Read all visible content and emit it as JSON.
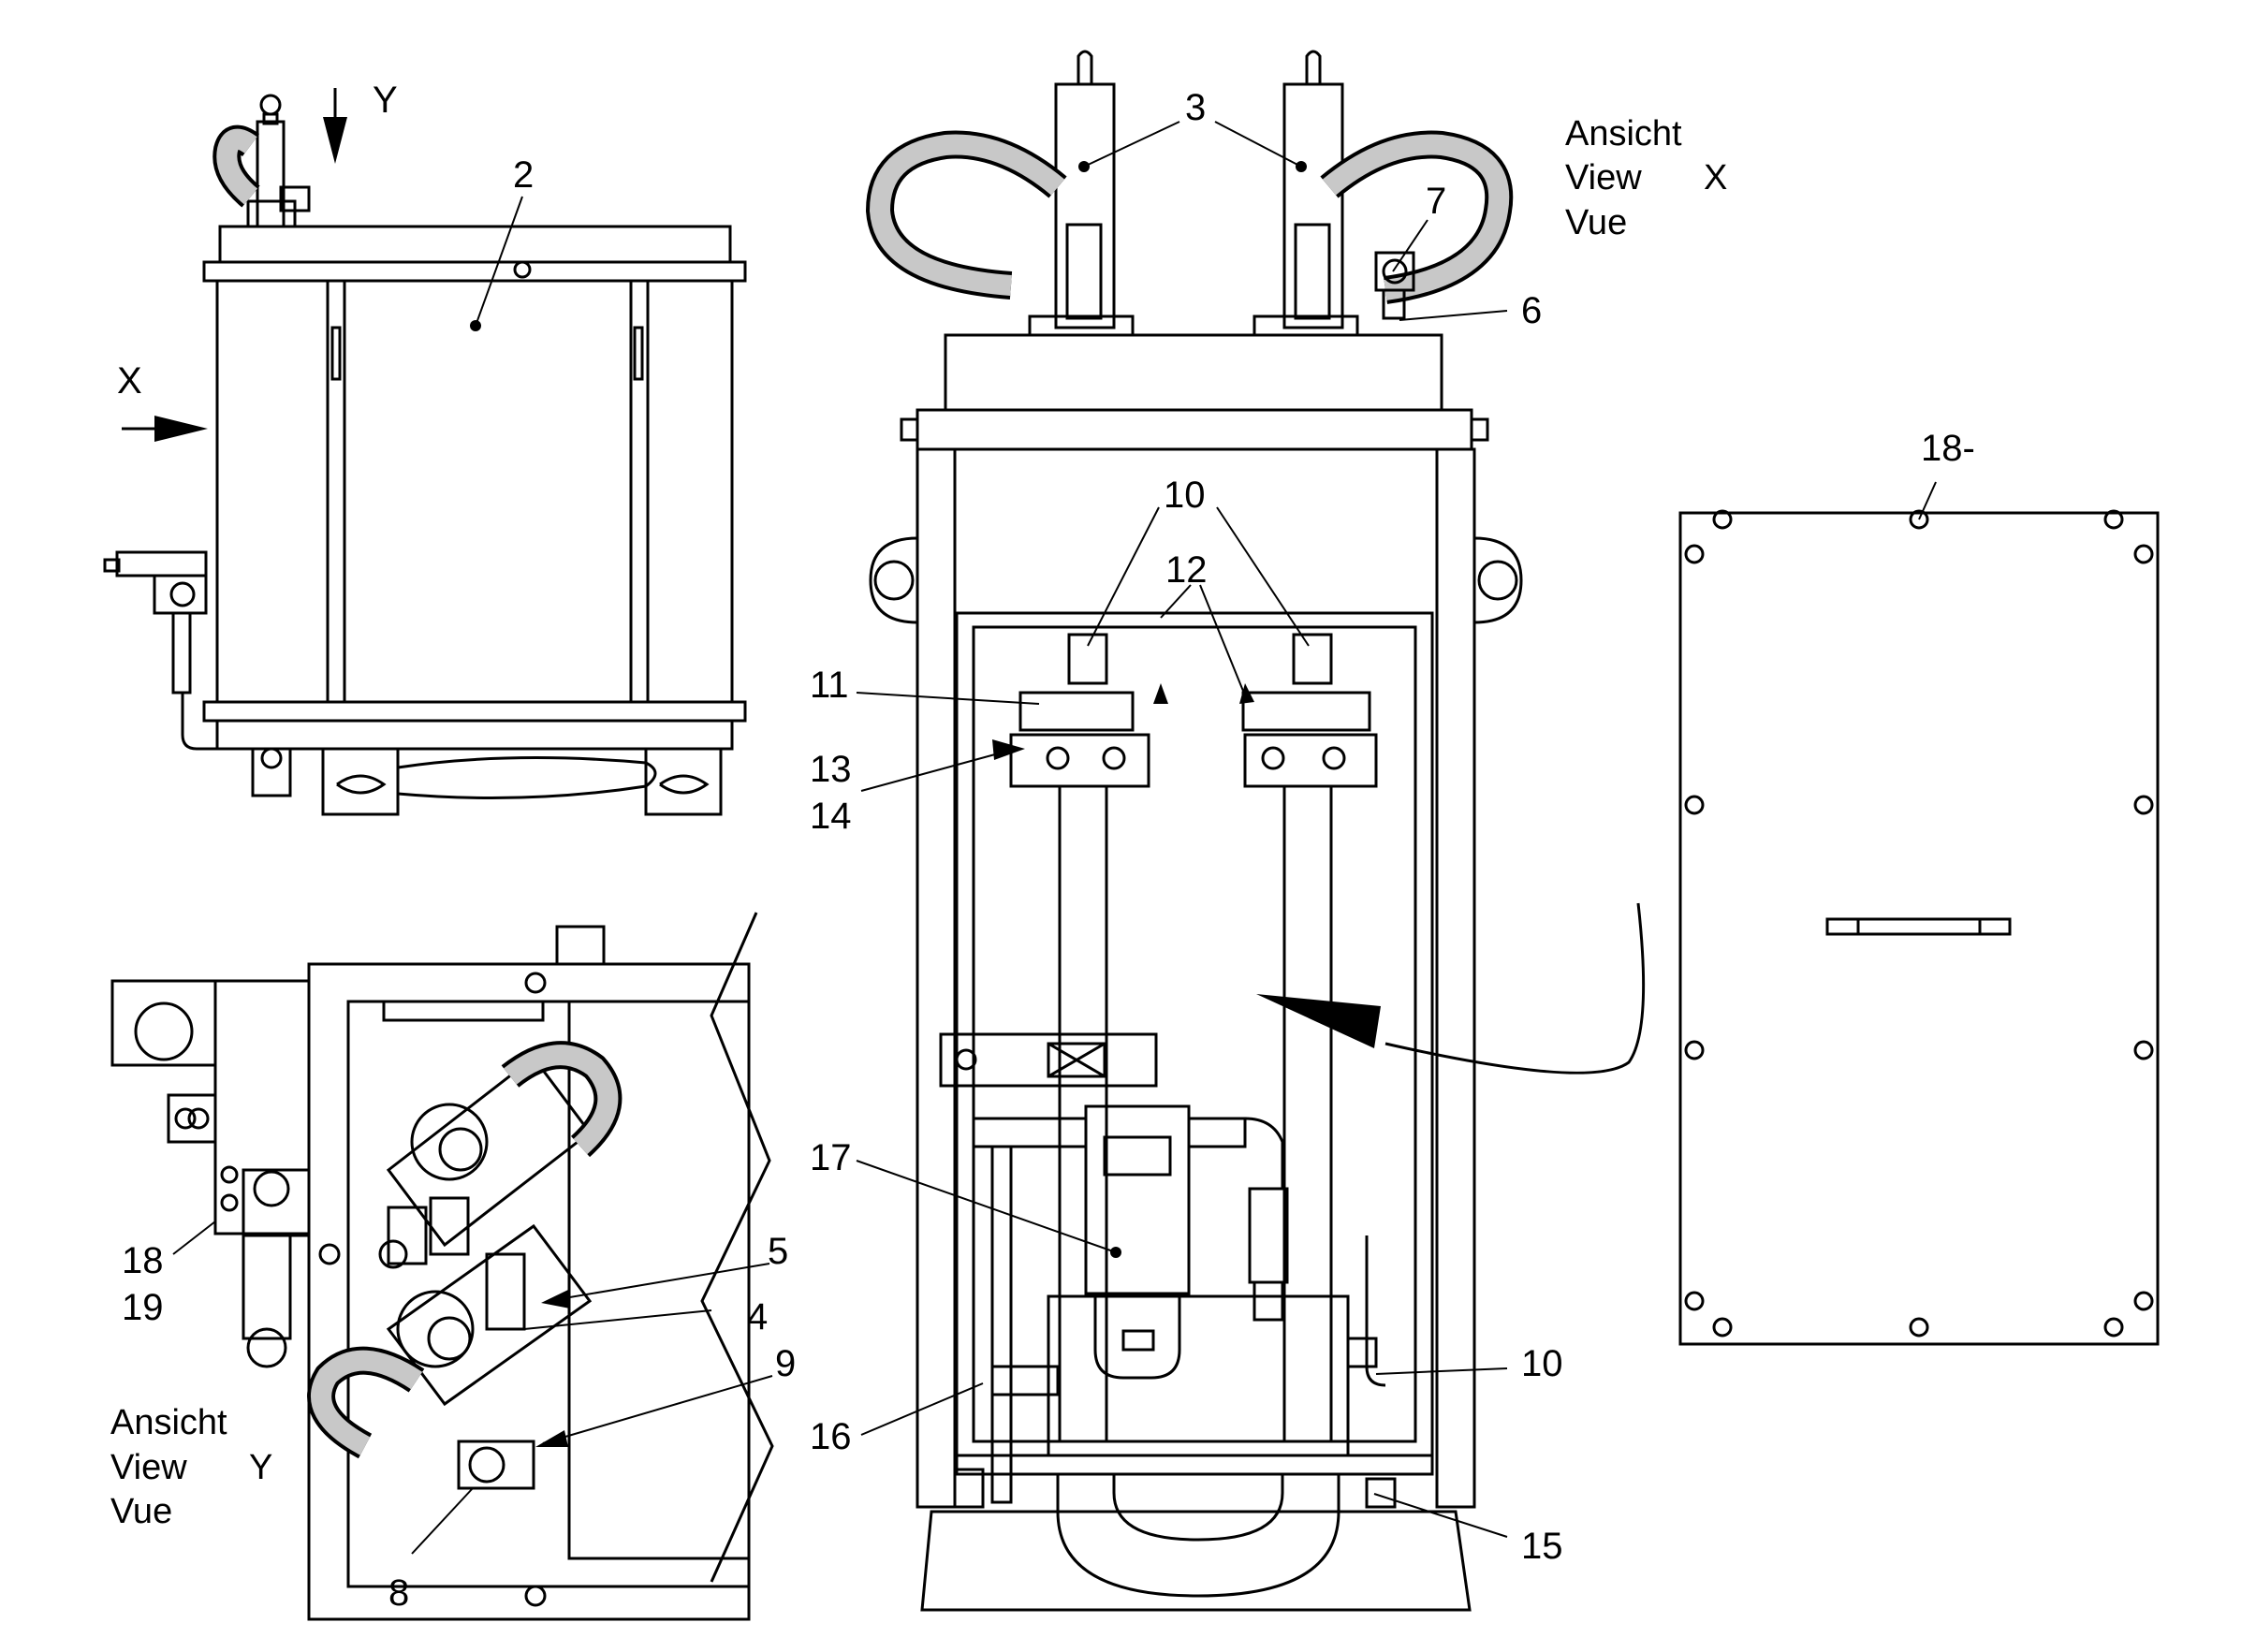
{
  "labels": {
    "view_arrow_y": "Y",
    "view_arrow_x": "X"
  },
  "callouts": {
    "c2": "2",
    "c3": "3",
    "c4": "4",
    "c5": "5",
    "c6": "6",
    "c7": "7",
    "c8": "8",
    "c9": "9",
    "c10": "10",
    "c11": "11",
    "c12": "12",
    "c13": "13",
    "c14": "14",
    "c15": "15",
    "c16": "16",
    "c17": "17",
    "c18": "18",
    "c18_dash": "18-",
    "c19": "19"
  },
  "view_x": {
    "line1": "Ansicht",
    "line2": "View",
    "letter": "X",
    "line3": "Vue"
  },
  "view_y": {
    "line1": "Ansicht",
    "line2": "View",
    "letter": "Y",
    "line3": "Vue"
  }
}
